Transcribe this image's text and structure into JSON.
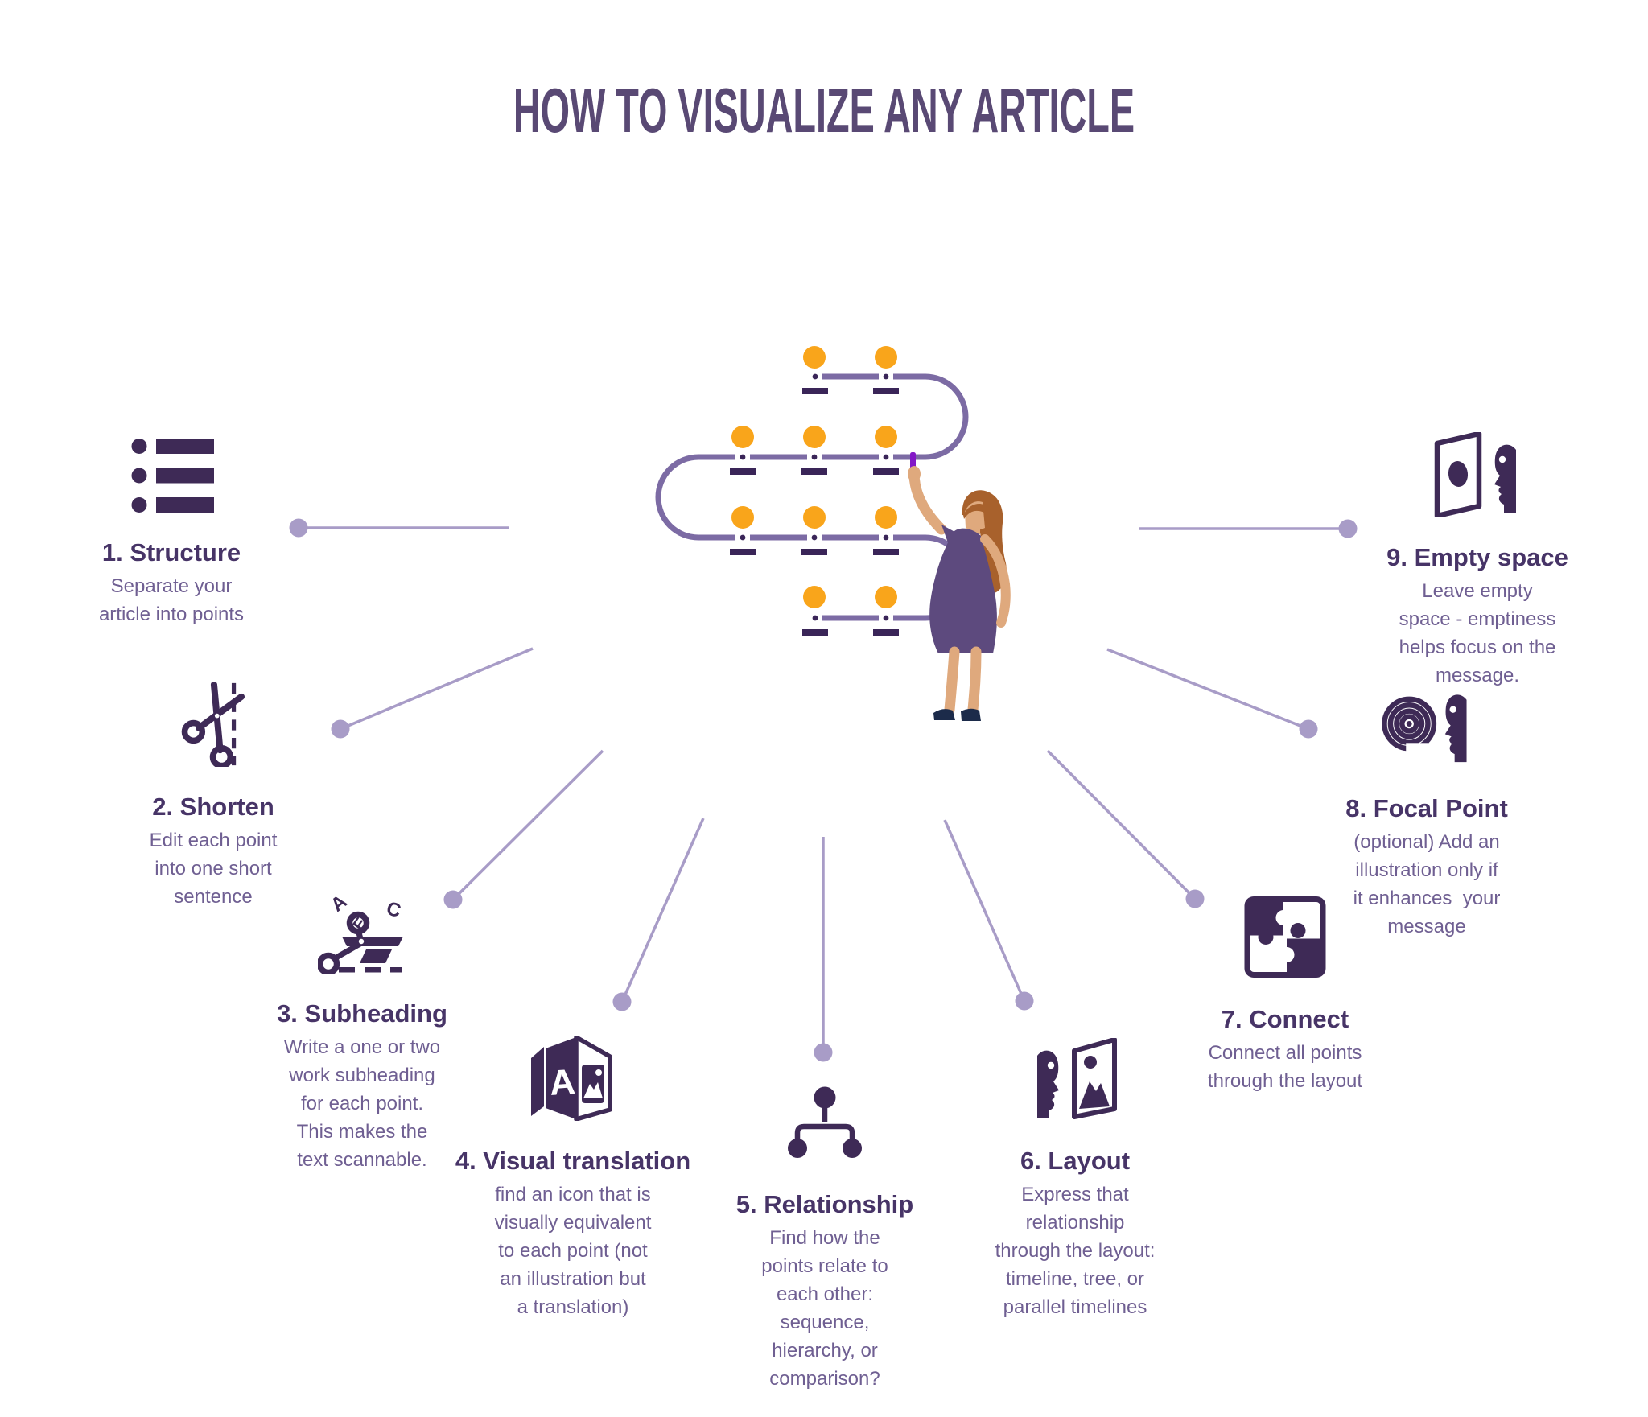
{
  "title": "HOW TO VISUALIZE ANY ARTICLE",
  "colors": {
    "title_text": "#594974",
    "heading_text": "#473467",
    "body_text": "#6F5F92",
    "icon_dark_purple": "#3E2A56",
    "connector_light_purple": "#A89CC7",
    "snake_path_purple": "#7C6BA4",
    "dot_yellow": "#F9A51B",
    "dash_dark": "#3A2558",
    "woman_dress": "#5D4A7E",
    "woman_skin": "#DFA97D",
    "woman_hair": "#A8612C",
    "woman_shoes": "#1C2B4A",
    "marker_violet": "#8318C6"
  },
  "steps": [
    {
      "heading": "1. Structure",
      "icon": "list-icon",
      "body": "Separate your\narticle into points"
    },
    {
      "heading": "2. Shorten",
      "icon": "scissors-cut-icon",
      "body": "Edit each point\ninto one short\nsentence"
    },
    {
      "heading": "3. Subheading",
      "icon": "scissors-letters-icon",
      "body": "Write a one or two\nwork subheading\nfor each point.\nThis makes the\ntext scannable."
    },
    {
      "heading": "4. Visual translation",
      "icon": "letter-image-book-icon",
      "body": "find an icon that is\nvisually equivalent\nto each point (not\nan illustration but\na translation)"
    },
    {
      "heading": "5. Relationship",
      "icon": "hierarchy-tree-icon",
      "body": "Find how the\npoints relate to\neach other:\nsequence,\nhierarchy, or\ncomparison?"
    },
    {
      "heading": "6. Layout",
      "icon": "face-picture-icon",
      "body": "Express that\nrelationship\nthrough the layout:\ntimeline, tree, or\nparallel timelines"
    },
    {
      "heading": "7. Connect",
      "icon": "puzzle-icon",
      "body": "Connect all points\nthrough the layout"
    },
    {
      "heading": "8. Focal Point",
      "icon": "spiral-face-icon",
      "body": "(optional) Add an\nillustration only if\nit enhances  your\nmessage"
    },
    {
      "heading": "9. Empty space",
      "icon": "frame-face-icon",
      "body": "Leave empty\nspace - emptiness\nhelps focus on the\nmessage."
    }
  ],
  "illustration": {
    "name": "woman-connecting-points",
    "dot_rows": [
      2,
      3,
      3,
      2
    ],
    "total_dots": 10
  }
}
